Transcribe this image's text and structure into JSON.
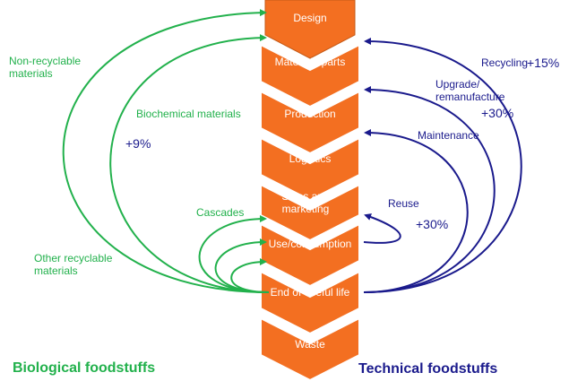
{
  "stages": [
    "Design",
    "Materials/parts",
    "Production",
    "Logistics",
    "Sales and marketing",
    "Use/consumption",
    "End of useful life",
    "Waste"
  ],
  "left": {
    "non_recyclable": "Non-recyclable materials",
    "biochemical": "Biochemical materials",
    "biochemical_pct": "+9%",
    "cascades": "Cascades",
    "other_recyclable": "Other recyclable materials",
    "footer": "Biological foodstuffs"
  },
  "right": {
    "recycling": "Recycling",
    "recycling_pct": "+15%",
    "upgrade": "Upgrade/ remanufacture",
    "upgrade_pct": "+30%",
    "maintenance": "Maintenance",
    "reuse": "Reuse",
    "reuse_pct": "+30%",
    "footer": "Technical foodstuffs"
  },
  "colors": {
    "stage_fill": "#f36f21",
    "stage_stroke": "#c65a16",
    "biological": "#22b14c",
    "technical": "#1a1a8c"
  }
}
